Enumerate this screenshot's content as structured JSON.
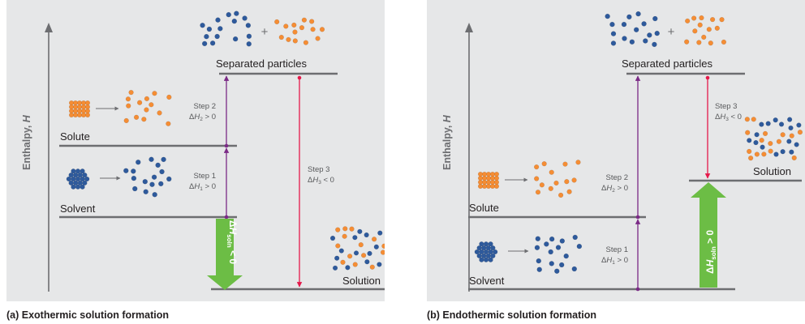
{
  "panels": [
    {
      "caption": "(a) Exothermic solution formation",
      "axis_label_main": "Enthalpy, ",
      "axis_label_var": "H",
      "labels": {
        "separated": "Separated particles",
        "solute": "Solute",
        "solvent": "Solvent",
        "solution": "Solution",
        "plus": "+"
      },
      "steps": {
        "step1": {
          "title": "Step 1",
          "var": "H",
          "sub": "1",
          "rel": " > 0"
        },
        "step2": {
          "title": "Step 2",
          "var": "H",
          "sub": "2",
          "rel": " > 0"
        },
        "step3": {
          "title": "Step 3",
          "var": "H",
          "sub": "3",
          "rel": " < 0"
        }
      },
      "soln": {
        "var": "H",
        "sub": "soln",
        "rel": " < 0"
      }
    },
    {
      "caption": "(b) Endothermic solution formation",
      "axis_label_main": "Enthalpy, ",
      "axis_label_var": "H",
      "labels": {
        "separated": "Separated particles",
        "solute": "Solute",
        "solvent": "Solvent",
        "solution": "Solution",
        "plus": "+"
      },
      "steps": {
        "step1": {
          "title": "Step 1",
          "var": "H",
          "sub": "1",
          "rel": " > 0"
        },
        "step2": {
          "title": "Step 2",
          "var": "H",
          "sub": "2",
          "rel": " > 0"
        },
        "step3": {
          "title": "Step 3",
          "var": "H",
          "sub": "3",
          "rel": " < 0"
        }
      },
      "soln": {
        "var": "H",
        "sub": "soln",
        "rel": " > 0"
      }
    }
  ],
  "colors": {
    "panel_bg": "#e6e7e8",
    "level_line": "#6d6e71",
    "axis": "#6d6e71",
    "step_arrow": "#7b2a86",
    "step3_arrow": "#e5194a",
    "soln_arrow": "#6cbd45",
    "blue_particle": "#2e5a9c",
    "orange_particle": "#f58d34",
    "text": "#231f20",
    "step_text": "#58595b"
  }
}
